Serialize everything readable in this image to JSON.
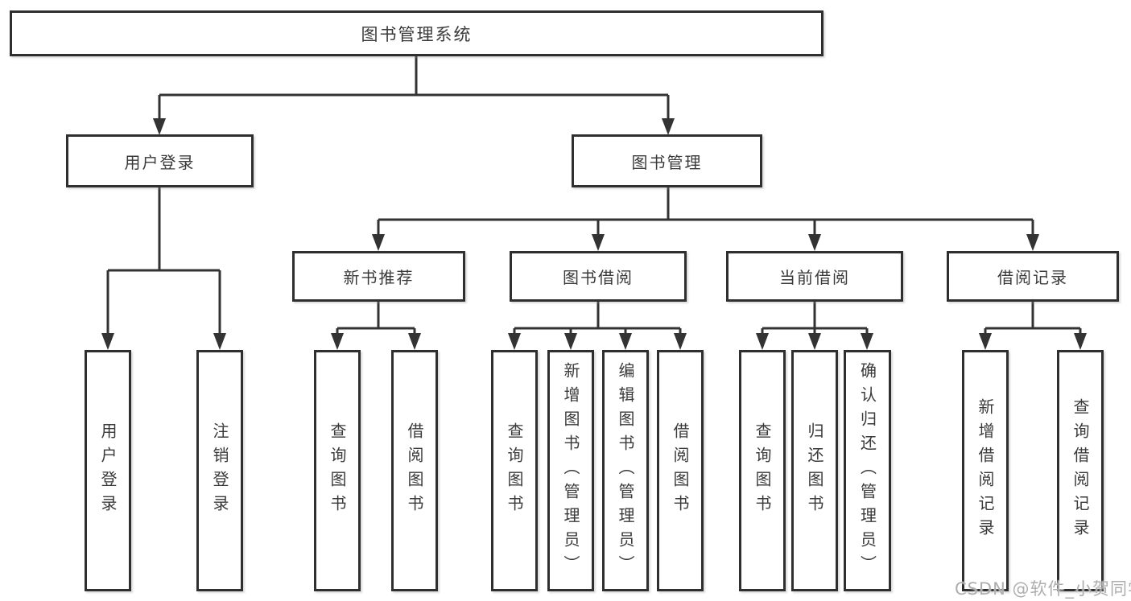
{
  "colors": {
    "line": "#333333",
    "border": "#2f2f2f",
    "text": "#3a3a3a",
    "watermark": "#aeaeae",
    "background": "#ffffff"
  },
  "root": {
    "label": "图书管理系统"
  },
  "branches": [
    {
      "label": "用户登录",
      "children": [
        {
          "label": "用户登录"
        },
        {
          "label": "注销登录"
        }
      ]
    },
    {
      "label": "图书管理",
      "children": [
        {
          "label": "新书推荐",
          "children": [
            {
              "label": "查询图书"
            },
            {
              "label": "借阅图书"
            }
          ]
        },
        {
          "label": "图书借阅",
          "children": [
            {
              "label": "查询图书"
            },
            {
              "label": "新增图书（管理员）"
            },
            {
              "label": "编辑图书（管理员）"
            },
            {
              "label": "借阅图书"
            }
          ]
        },
        {
          "label": "当前借阅",
          "children": [
            {
              "label": "查询图书"
            },
            {
              "label": "归还图书"
            },
            {
              "label": "确认归还（管理员）"
            }
          ]
        },
        {
          "label": "借阅记录",
          "children": [
            {
              "label": "新增借阅记录"
            },
            {
              "label": "查询借阅记录"
            }
          ]
        }
      ]
    }
  ],
  "watermark": "CSDN @软件_小贺同学"
}
